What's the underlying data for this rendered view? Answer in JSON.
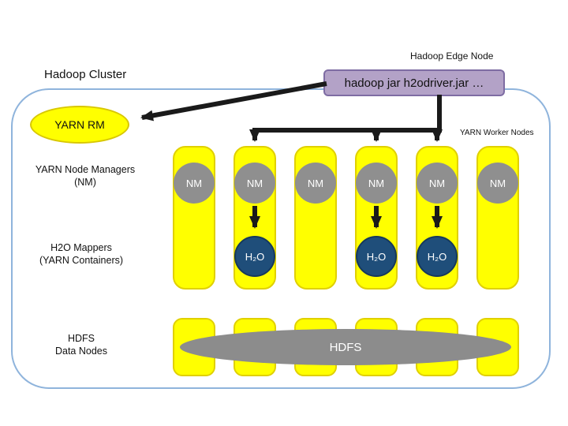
{
  "titles": {
    "cluster": "Hadoop Cluster",
    "edge_node": "Hadoop Edge Node",
    "worker_nodes": "YARN Worker Nodes"
  },
  "edge_node": {
    "command": "hadoop jar h2odriver.jar …"
  },
  "yarn_rm": {
    "label": "YARN RM"
  },
  "row_labels": {
    "nm_line1": "YARN Node Managers",
    "nm_line2": "(NM)",
    "h2o_line1": "H2O Mappers",
    "h2o_line2": "(YARN Containers)",
    "hdfs_line1": "HDFS",
    "hdfs_line2": "Data Nodes"
  },
  "nodes": {
    "nm_label": "NM",
    "h2o_label": "H₂O",
    "hdfs_cloud_label": "HDFS"
  },
  "workers": [
    {
      "nm": "NM",
      "has_h2o": false
    },
    {
      "nm": "NM",
      "has_h2o": true
    },
    {
      "nm": "NM",
      "has_h2o": false
    },
    {
      "nm": "NM",
      "has_h2o": true
    },
    {
      "nm": "NM",
      "has_h2o": true
    },
    {
      "nm": "NM",
      "has_h2o": false
    }
  ],
  "colors": {
    "node_yellow": "#ffff00",
    "nm_gray": "#8f8f8f",
    "h2o_blue": "#1f4e7a",
    "edge_purple": "#b3a2c7",
    "cluster_border": "#8fb4dc",
    "arrow_black": "#1a1a1a",
    "hdfs_cloud_gray": "#8c8c8c"
  }
}
